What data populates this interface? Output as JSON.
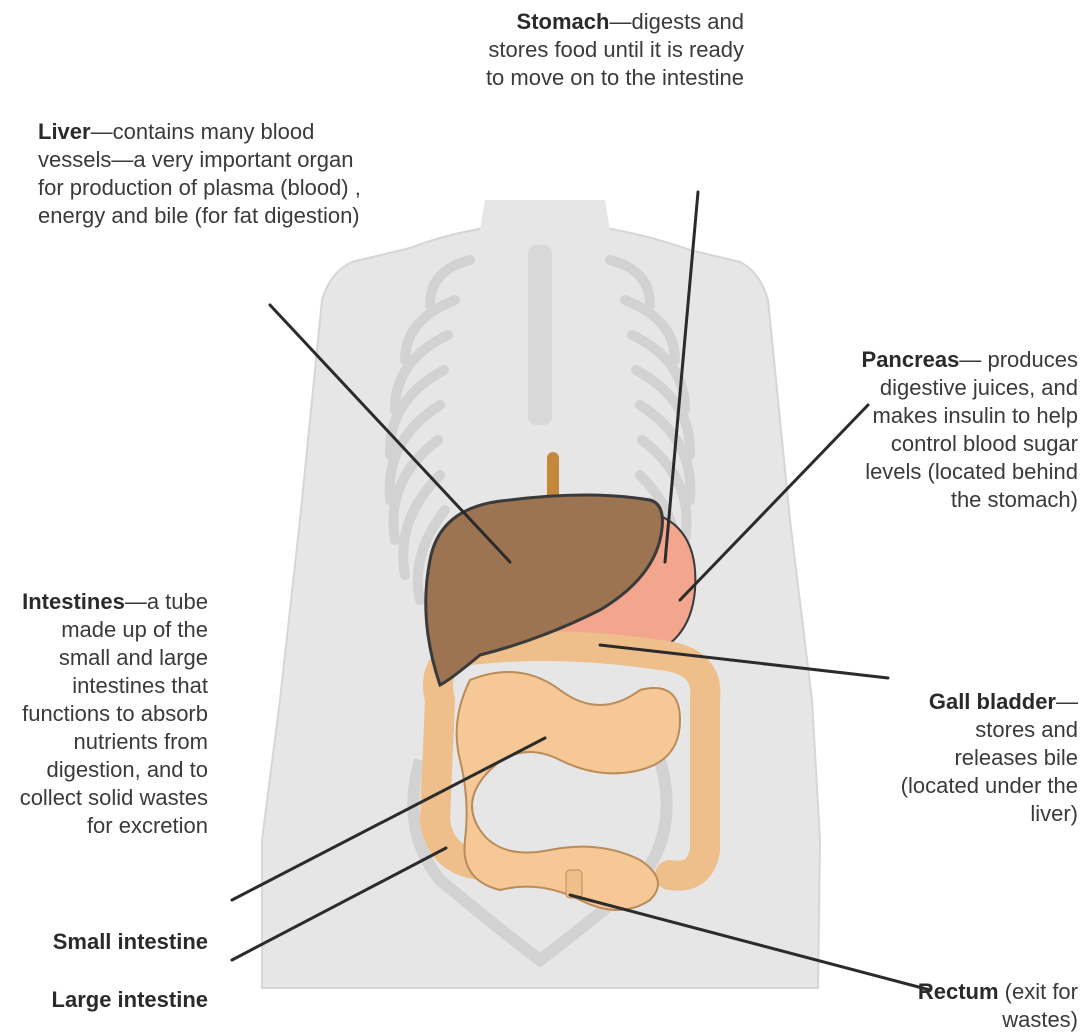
{
  "labels": {
    "stomach": {
      "term": "Stomach",
      "desc": "—digests and stores food until it is ready to move on to the intestine"
    },
    "liver": {
      "term": "Liver",
      "desc": "—contains many blood vessels—a very important organ for production of plasma (blood) , energy and bile (for fat digestion)"
    },
    "pancreas": {
      "term": "Pancreas",
      "desc": "— produces digestive juices, and makes insulin to help control blood sugar levels (located behind the stomach)"
    },
    "intestines": {
      "term": "Intestines",
      "desc": "—a tube made up of the small and large intestines that functions to absorb nutrients from digestion, and to collect solid wastes for excretion"
    },
    "gall_bladder": {
      "term": "Gall bladder",
      "desc": "— stores and releases bile (located under the liver)"
    },
    "small_intestine": {
      "term": "Small intestine"
    },
    "large_intestine": {
      "term": "Large intestine"
    },
    "rectum": {
      "term": "Rectum",
      "desc": " (exit for wastes)"
    }
  },
  "colors": {
    "body_silhouette": "#e6e6e6",
    "ribs": "#d9d9d9",
    "liver": "#9c7451",
    "stomach": "#f2a68e",
    "intestines": "#f5c896",
    "leader_lines": "#2b2b2b"
  }
}
